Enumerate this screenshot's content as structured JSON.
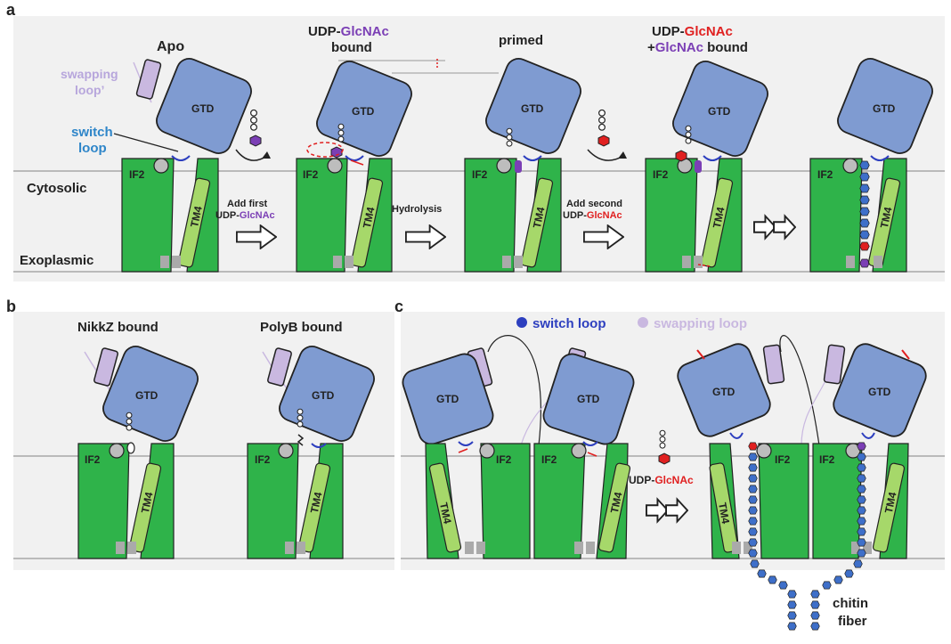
{
  "colors": {
    "panel_bg": "#f1f1f1",
    "membrane_line": "#999999",
    "tm_green": "#2fb34a",
    "tm_dark_green": "#1a8a33",
    "tm4_green": "#a6d86a",
    "gtd_blue": "#7f9bd1",
    "lilac": "#c9b8e0",
    "switch_blue": "#2d3fbf",
    "swap_lilac": "#b9a8de",
    "red": "#e02020",
    "purple": "#7b3fb5",
    "chitin_blue": "#3e6fc9",
    "label_blue": "#2f86c9"
  },
  "panel_a": {
    "letter": "a",
    "cytosolic": "Cytosolic",
    "exoplasmic": "Exoplasmic",
    "states": {
      "apo": "Apo",
      "udp_bound_1": "UDP-",
      "udp_bound_2": "GlcNAc",
      "udp_bound_3": "bound",
      "primed": "primed",
      "second_1": "UDP-",
      "second_2": "GlcNAc",
      "second_3": "+",
      "second_4": "GlcNAc",
      "second_5": " bound"
    },
    "swapping_loop_1": "swapping",
    "swapping_loop_2": "loop’",
    "switch_loop_1": "switch",
    "switch_loop_2": "loop",
    "steps": {
      "add_first_1": "Add first",
      "add_first_2": "UDP-",
      "add_first_3": "GlcNAc",
      "hydrolysis": "Hydrolysis",
      "add_second_1": "Add second",
      "add_second_2": "UDP-",
      "add_second_3": "GlcNAc"
    },
    "gtd": "GTD",
    "if2": "IF2",
    "tm4": "TM4"
  },
  "panel_b": {
    "letter": "b",
    "nikkz": "NikkZ bound",
    "polyb": "PolyB bound",
    "gtd": "GTD",
    "if2": "IF2",
    "tm4": "TM4"
  },
  "panel_c": {
    "letter": "c",
    "legend_switch": "switch loop",
    "legend_swapping": "swapping loop",
    "udp_1": "UDP-",
    "udp_2": "GlcNAc",
    "chitin_1": "chitin",
    "chitin_2": "fiber",
    "gtd": "GTD",
    "if2": "IF2",
    "tm4": "TM4"
  }
}
